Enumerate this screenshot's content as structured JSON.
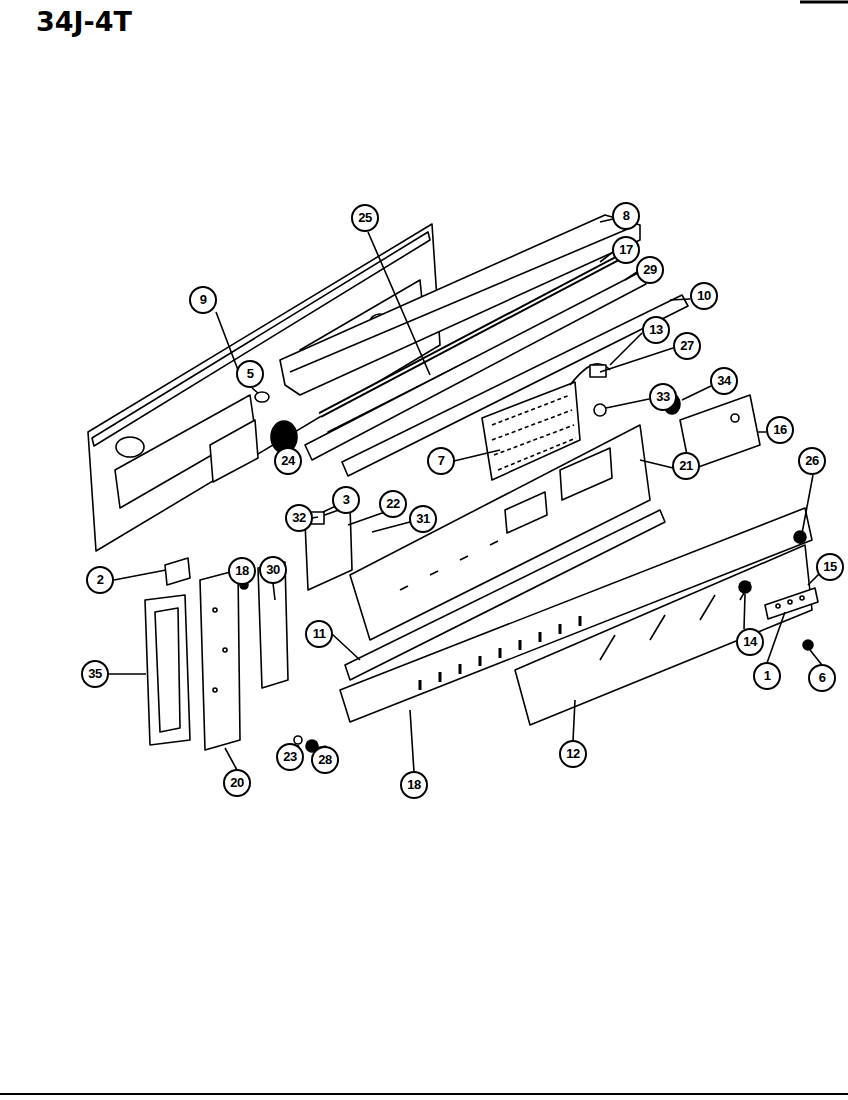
{
  "diagram": {
    "title": "34J-4T",
    "labels": [
      "25",
      "8",
      "17",
      "29",
      "9",
      "10",
      "13",
      "27",
      "5",
      "34",
      "33",
      "16",
      "24",
      "7",
      "21",
      "3",
      "22",
      "26",
      "32",
      "31",
      "15",
      "18",
      "30",
      "2",
      "11",
      "14",
      "1",
      "6",
      "35",
      "23",
      "28",
      "20",
      "18",
      "12"
    ]
  }
}
